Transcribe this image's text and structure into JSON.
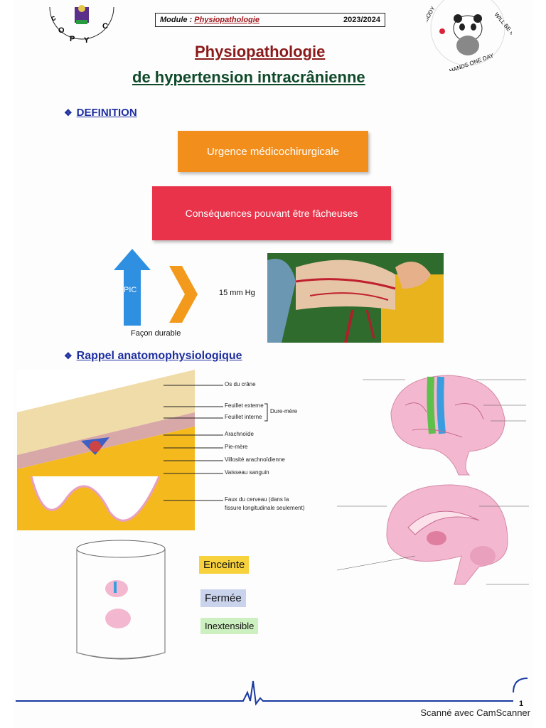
{
  "header": {
    "module_label": "Module :",
    "module_name": "Physiopathologie",
    "year": "2023/2024"
  },
  "logos": {
    "left_stamp_text": "MAGIC COPY",
    "right_stamp_text": "SOMEBODY WILL BE IN YOUR HANDS ONE DAY"
  },
  "title": {
    "line1": "Physiopathologie",
    "line2": "de hypertension intracrânienne"
  },
  "definition": {
    "heading": "DEFINITION",
    "box1": "Urgence médicochirurgicale",
    "box2": "Conséquences pouvant être fâcheuses",
    "arrow_label": "PIC",
    "value_label": "15 mm Hg",
    "caption": "Façon durable",
    "colors": {
      "orange": "#f28e1c",
      "red": "#e8334a",
      "blue": "#2f8fe0"
    }
  },
  "anatomy": {
    "heading": "Rappel anatomophysiologique",
    "layers": [
      "Os du crâne",
      "Feuillet externe",
      "Feuillet interne",
      "Arachnoïde",
      "Pie-mère",
      "Villosité arachnoïdienne",
      "Vaisseau sanguin",
      "Faux du cerveau (dans la",
      "fissure longitudinale seulement)"
    ],
    "dura_label": "Dure-mère"
  },
  "properties": [
    {
      "label": "Enceinte",
      "bg": "#f7d23c"
    },
    {
      "label": "Fermée",
      "bg": "#c9d3ec"
    },
    {
      "label": "Inextensible",
      "bg": "#cdf0c0"
    }
  ],
  "footer": {
    "page_number": "1",
    "scanner": "Scanné avec CamScanner"
  }
}
